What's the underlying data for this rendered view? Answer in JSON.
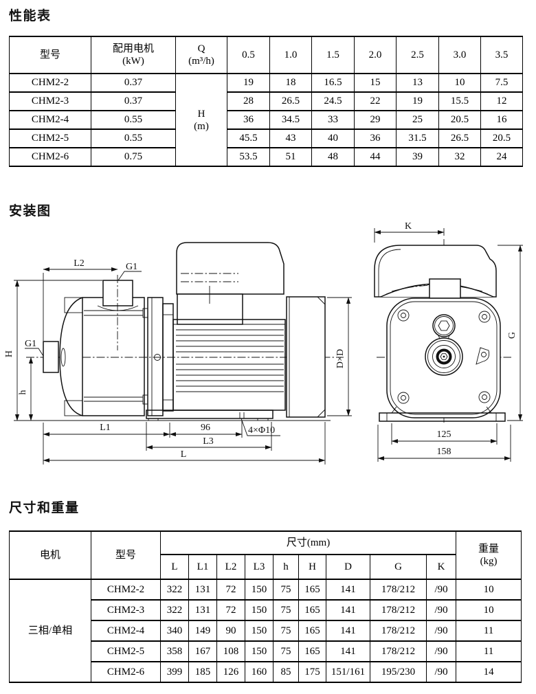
{
  "sections": {
    "performance": {
      "title": "性能表"
    },
    "installation": {
      "title": "安装图"
    },
    "dimensions": {
      "title": "尺寸和重量"
    }
  },
  "performance_table": {
    "header": {
      "model": "型号",
      "motor_line1": "配用电机",
      "motor_line2": "(kW)",
      "q_line1": "Q",
      "q_line2": "(m³/h)",
      "flows": [
        "0.5",
        "1.0",
        "1.5",
        "2.0",
        "2.5",
        "3.0",
        "3.5"
      ]
    },
    "h_merged_line1": "H",
    "h_merged_line2": "(m)",
    "rows": [
      {
        "model": "CHM2-2",
        "kw": "0.37",
        "values": [
          "19",
          "18",
          "16.5",
          "15",
          "13",
          "10",
          "7.5"
        ]
      },
      {
        "model": "CHM2-3",
        "kw": "0.37",
        "values": [
          "28",
          "26.5",
          "24.5",
          "22",
          "19",
          "15.5",
          "12"
        ]
      },
      {
        "model": "CHM2-4",
        "kw": "0.55",
        "values": [
          "36",
          "34.5",
          "33",
          "29",
          "25",
          "20.5",
          "16"
        ]
      },
      {
        "model": "CHM2-5",
        "kw": "0.55",
        "values": [
          "45.5",
          "43",
          "40",
          "36",
          "31.5",
          "26.5",
          "20.5"
        ]
      },
      {
        "model": "CHM2-6",
        "kw": "0.75",
        "values": [
          "53.5",
          "51",
          "48",
          "44",
          "39",
          "32",
          "24"
        ]
      }
    ]
  },
  "diagram": {
    "labels": {
      "l2": "L2",
      "g1_top": "G1",
      "g1_left": "G1",
      "h_total": "H",
      "h_center": "h",
      "l1": "L1",
      "d96": "96",
      "l3": "L3",
      "l": "L",
      "bolt": "4×Φ10",
      "dxd": "D×D",
      "k": "K",
      "g": "G",
      "d125": "125",
      "d158": "158"
    }
  },
  "dimensions_table": {
    "header": {
      "motor": "电机",
      "model": "型号",
      "size": "尺寸(mm)",
      "weight_line1": "重量",
      "weight_line2": "(kg)",
      "size_cols": [
        "L",
        "L1",
        "L2",
        "L3",
        "h",
        "H",
        "D",
        "G",
        "K"
      ]
    },
    "motor_type": "三相/单相",
    "rows": [
      {
        "model": "CHM2-2",
        "values": [
          "322",
          "131",
          "72",
          "150",
          "75",
          "165",
          "141",
          "178/212",
          "/90"
        ],
        "weight": "10"
      },
      {
        "model": "CHM2-3",
        "values": [
          "322",
          "131",
          "72",
          "150",
          "75",
          "165",
          "141",
          "178/212",
          "/90"
        ],
        "weight": "10"
      },
      {
        "model": "CHM2-4",
        "values": [
          "340",
          "149",
          "90",
          "150",
          "75",
          "165",
          "141",
          "178/212",
          "/90"
        ],
        "weight": "11"
      },
      {
        "model": "CHM2-5",
        "values": [
          "358",
          "167",
          "108",
          "150",
          "75",
          "165",
          "141",
          "178/212",
          "/90"
        ],
        "weight": "11"
      },
      {
        "model": "CHM2-6",
        "values": [
          "399",
          "185",
          "126",
          "160",
          "85",
          "175",
          "151/161",
          "195/230",
          "/90"
        ],
        "weight": "14"
      }
    ]
  }
}
